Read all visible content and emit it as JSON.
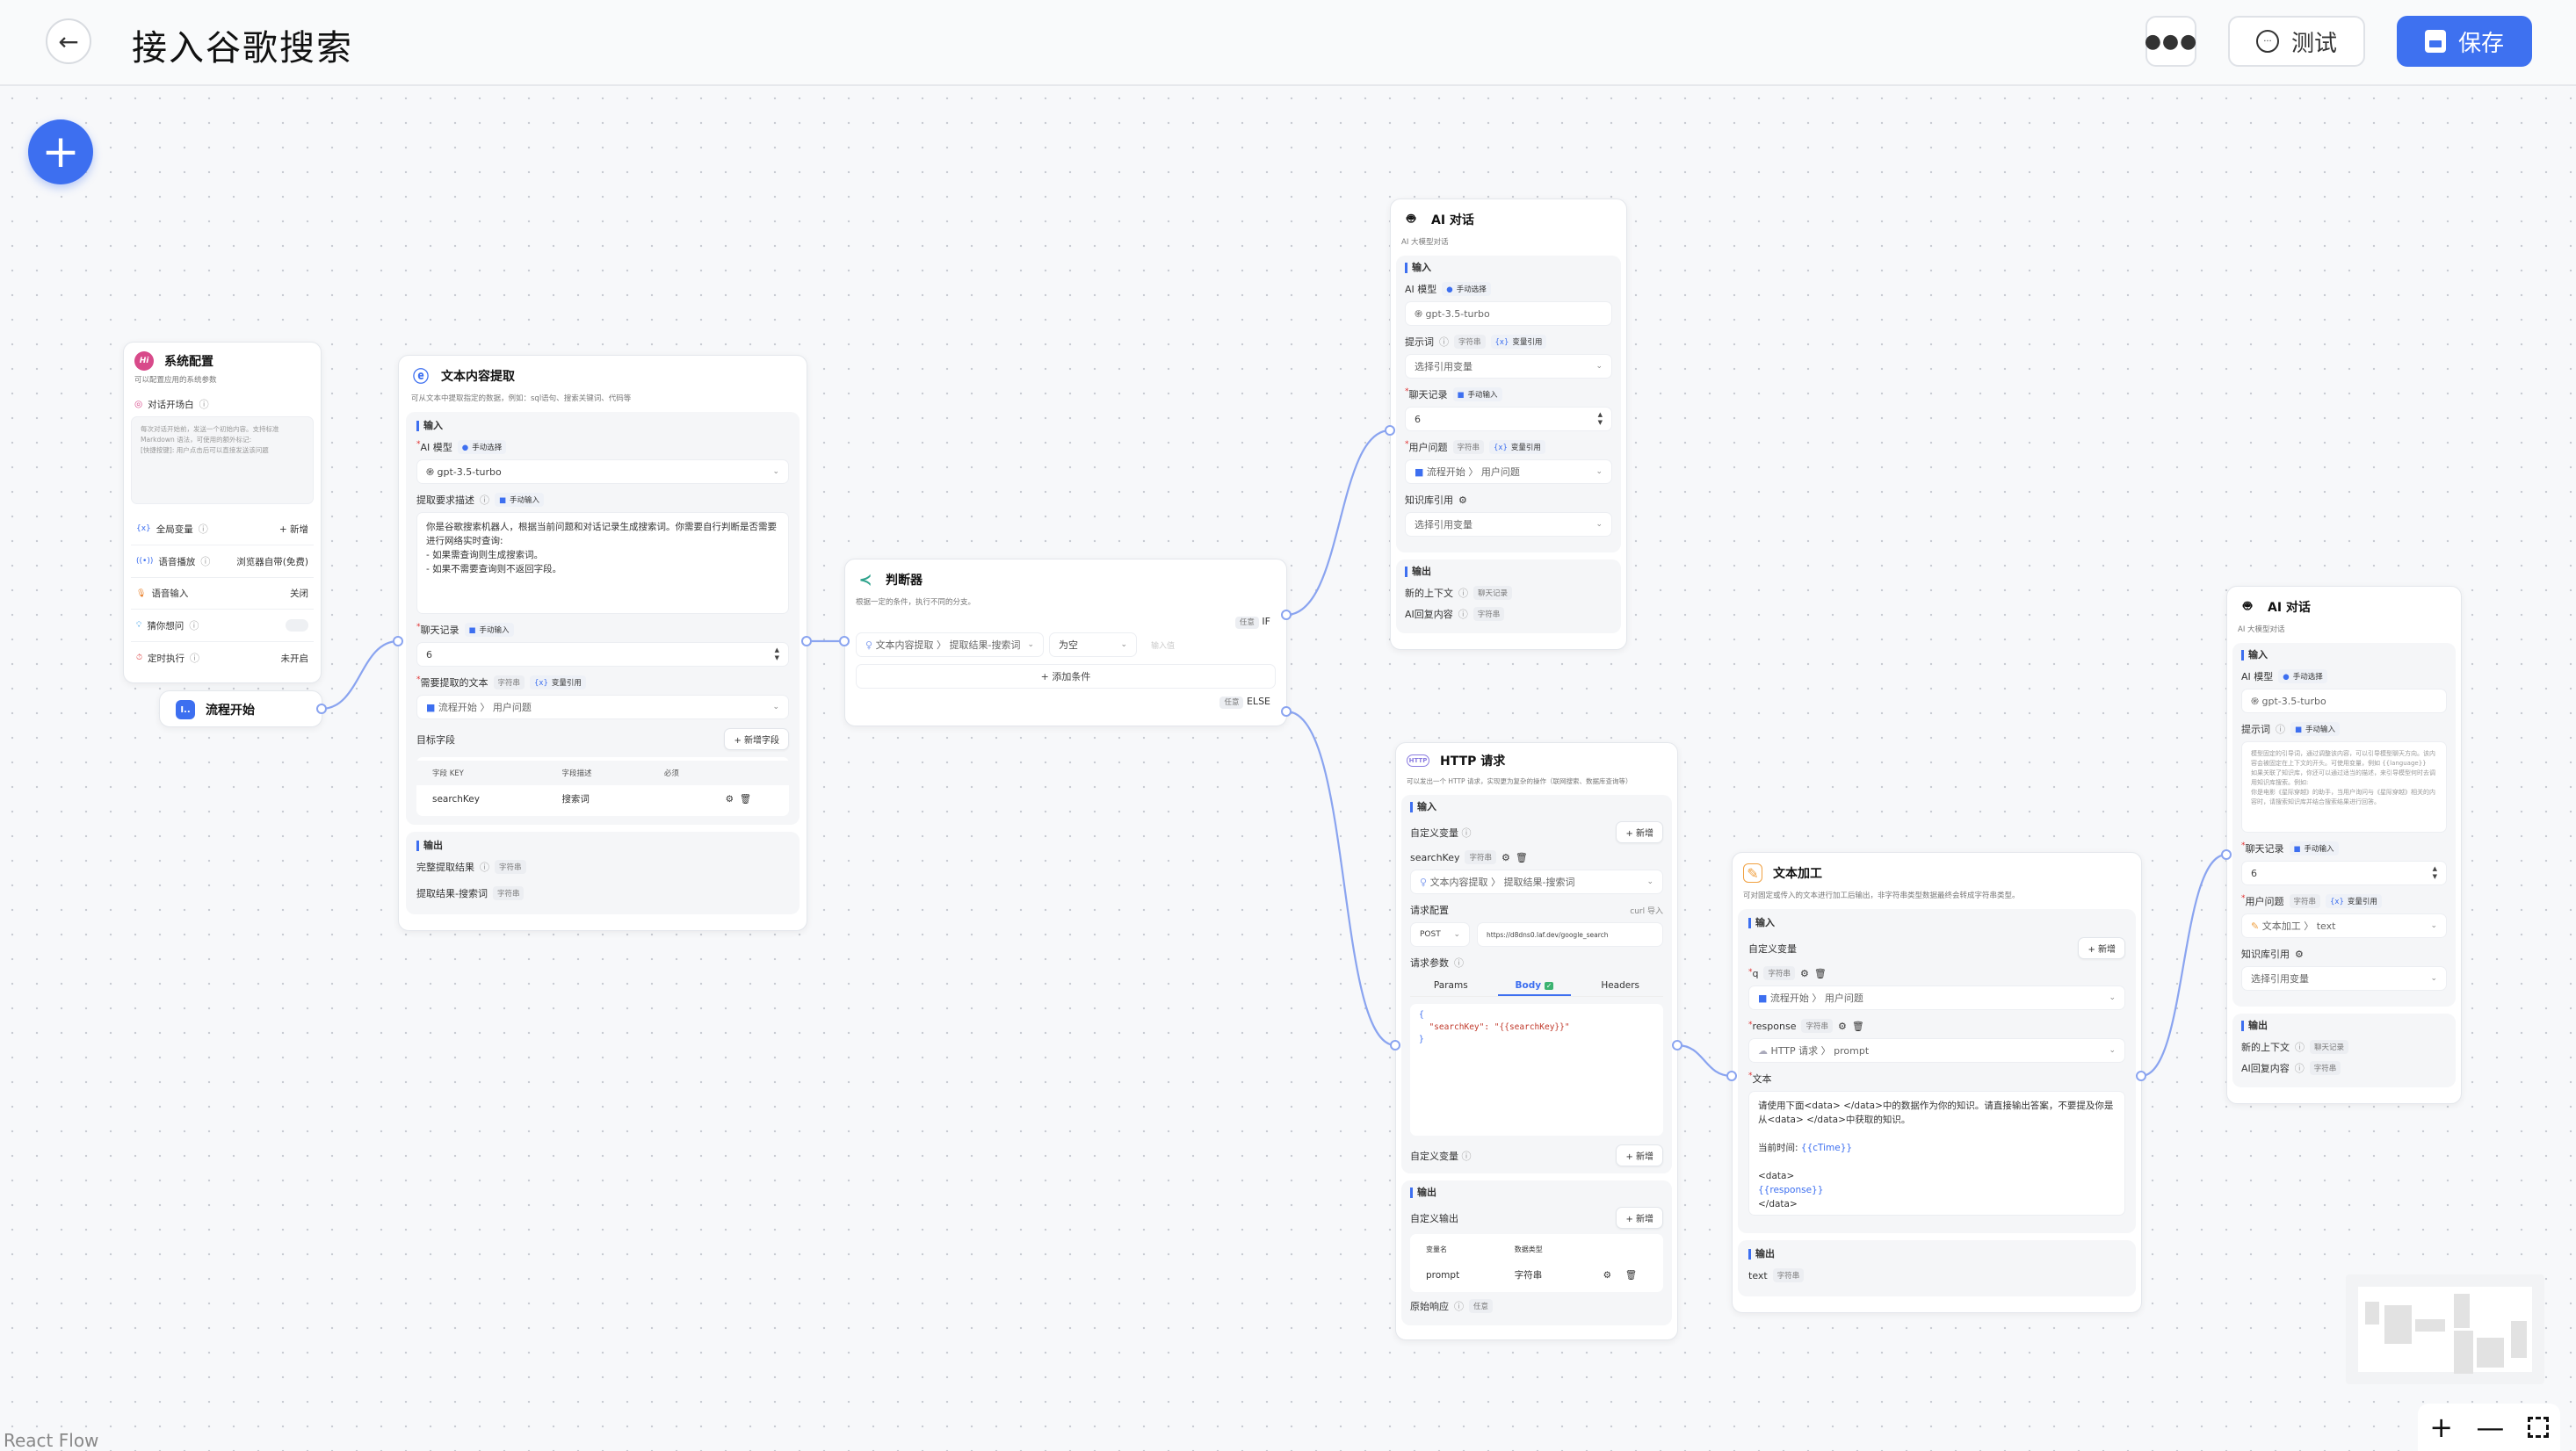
{
  "header": {
    "title": "接入谷歌搜索",
    "more_icon": "more-horizontal-icon",
    "test_label": "测试",
    "save_label": "保存",
    "accent": "#3e71f0"
  },
  "system_config": {
    "title": "系统配置",
    "desc": "可以配置应用的系统参数",
    "opening_label": "对话开场白",
    "opening_placeholder": "每次对话开始前，发送一个初始内容。支持标准 Markdown 语法，可使用的额外标记:\n[快捷按键]: 用户点击后可以直接发送该问题",
    "rows": [
      {
        "label": "全局变量",
        "value": "+ 新增",
        "icon": "variable-icon"
      },
      {
        "label": "语音播放",
        "value": "浏览器自带(免费)",
        "icon": "broadcast-icon"
      },
      {
        "label": "语音输入",
        "value": "关闭",
        "icon": "microphone-icon"
      },
      {
        "label": "猜你想问",
        "value": "",
        "icon": "lightbulb-icon",
        "toggle": false
      },
      {
        "label": "定时执行",
        "value": "未开启",
        "icon": "timer-icon"
      }
    ]
  },
  "flow_start": {
    "title": "流程开始"
  },
  "extract": {
    "title": "文本内容提取",
    "desc": "可从文本中提取指定的数据，例如：sql语句、搜索关键词、代码等",
    "input_title": "输入",
    "ai_model_label": "AI 模型",
    "ai_model_tag": "手动选择",
    "ai_model_value": "gpt-3.5-turbo",
    "desc_label": "提取要求描述",
    "desc_tag": "手动输入",
    "desc_value": "你是谷歌搜索机器人，根据当前问题和对话记录生成搜索词。你需要自行判断是否需要进行网络实时查询:\n- 如果需查询则生成搜索词。\n- 如果不需要查询则不返回字段。",
    "history_label": "聊天记录",
    "history_tag": "手动输入",
    "history_value": "6",
    "text_label": "需要提取的文本",
    "text_type": "字符串",
    "text_tag": "变量引用",
    "text_value_src": "流程开始",
    "text_value": "用户问题",
    "target_label": "目标字段",
    "add_field": "+ 新增字段",
    "table_headers": [
      "字段 KEY",
      "字段描述",
      "必须"
    ],
    "table_rows": [
      {
        "key": "searchKey",
        "desc": "搜索词",
        "required": ""
      }
    ],
    "output_title": "输出",
    "outputs": [
      {
        "label": "完整提取结果",
        "type": "字符串",
        "help": true
      },
      {
        "label": "提取结果-搜索词",
        "type": "字符串",
        "help": false
      }
    ]
  },
  "judge": {
    "title": "判断器",
    "desc": "根据一定的条件，执行不同的分支。",
    "if_tag": "任意",
    "if_label": "IF",
    "cond_src": "文本内容提取",
    "cond_field": "提取结果-搜索词",
    "cond_op": "为空",
    "cond_placeholder": "输入值",
    "add_condition": "+ 添加条件",
    "else_tag": "任意",
    "else_label": "ELSE"
  },
  "ai_chat_1": {
    "title": "AI 对话",
    "desc": "AI 大模型对话",
    "input_title": "输入",
    "ai_model_label": "AI 模型",
    "ai_model_tag": "手动选择",
    "ai_model_value": "gpt-3.5-turbo",
    "prompt_label": "提示词",
    "prompt_type": "字符串",
    "prompt_tag": "变量引用",
    "prompt_value": "选择引用变量",
    "history_label": "聊天记录",
    "history_tag": "手动输入",
    "history_value": "6",
    "question_label": "用户问题",
    "question_type": "字符串",
    "question_tag": "变量引用",
    "question_src": "流程开始",
    "question_value": "用户问题",
    "kb_label": "知识库引用",
    "kb_value": "选择引用变量",
    "output_title": "输出",
    "outputs": [
      {
        "label": "新的上下文",
        "type": "聊天记录"
      },
      {
        "label": "AI回复内容",
        "type": "字符串"
      }
    ]
  },
  "http": {
    "title": "HTTP 请求",
    "desc": "可以发出一个 HTTP 请求，实现更为复杂的操作（联网搜索、数据库查询等）",
    "input_title": "输入",
    "custom_var_label": "自定义变量",
    "add": "+ 新增",
    "var_name": "searchKey",
    "var_type": "字符串",
    "var_src": "文本内容提取",
    "var_value": "提取结果-搜索词",
    "req_config_label": "请求配置",
    "curl_import": "curl 导入",
    "method": "POST",
    "url": "https://d8dns0.laf.dev/google_search",
    "params_label": "请求参数",
    "tabs": [
      "Params",
      "Body",
      "Headers"
    ],
    "active_tab": "Body",
    "body_lines": [
      "{",
      "  \"searchKey\": \"{{searchKey}}\"",
      "}"
    ],
    "custom_var_label2": "自定义变量",
    "output_title": "输出",
    "custom_output_label": "自定义输出",
    "out_headers": [
      "变量名",
      "数据类型"
    ],
    "out_rows": [
      {
        "name": "prompt",
        "type": "字符串"
      }
    ],
    "raw_label": "原始响应",
    "raw_type": "任意"
  },
  "text_edit": {
    "title": "文本加工",
    "desc": "可对固定或传入的文本进行加工后输出，非字符串类型数据最终会转成字符串类型。",
    "input_title": "输入",
    "custom_var_label": "自定义变量",
    "add": "+ 新增",
    "vars": [
      {
        "name": "q",
        "type": "字符串",
        "src": "流程开始",
        "value": "用户问题"
      },
      {
        "name": "response",
        "type": "字符串",
        "src": "HTTP 请求",
        "value": "prompt"
      }
    ],
    "text_label": "文本",
    "text_line1": "请使用下面<data> </data>中的数据作为你的知识。请直接输出答案，不要提及你是从<data> </data>中获取的知识。",
    "text_time_label": "当前时间: ",
    "text_time_var": "{{cTime}}",
    "text_data_open": "<data>",
    "text_data_var": "{{response}}",
    "text_data_close": "</data>",
    "output_title": "输出",
    "output_name": "text",
    "output_type": "字符串"
  },
  "ai_chat_2": {
    "title": "AI 对话",
    "desc": "AI 大模型对话",
    "input_title": "输入",
    "ai_model_label": "AI 模型",
    "ai_model_tag": "手动选择",
    "ai_model_value": "gpt-3.5-turbo",
    "prompt_label": "提示词",
    "prompt_tag": "手动输入",
    "prompt_placeholder": "模型固定的引导词，通过调整该内容，可以引导模型聊天方向。该内容会被固定在上下文的开头。可使用变量，例如 {{language}}\n如果关联了知识库，你还可以通过适当的描述，来引导模型何时去调用知识库搜索。例如:\n你是电影《星际穿越》的助手，当用户询问与《星际穿越》相关的内容时，请搜索知识库并结合搜索结果进行回答。",
    "history_label": "聊天记录",
    "history_tag": "手动输入",
    "history_value": "6",
    "question_label": "用户问题",
    "question_type": "字符串",
    "question_tag": "变量引用",
    "question_src": "文本加工",
    "question_value": "text",
    "kb_label": "知识库引用",
    "kb_value": "选择引用变量",
    "output_title": "输出",
    "outputs": [
      {
        "label": "新的上下文",
        "type": "聊天记录"
      },
      {
        "label": "AI回复内容",
        "type": "字符串"
      }
    ]
  },
  "footer": {
    "attribution": "React Flow",
    "zoom_in": "+",
    "zoom_out": "—",
    "fit_icon": "fit-view-icon"
  }
}
